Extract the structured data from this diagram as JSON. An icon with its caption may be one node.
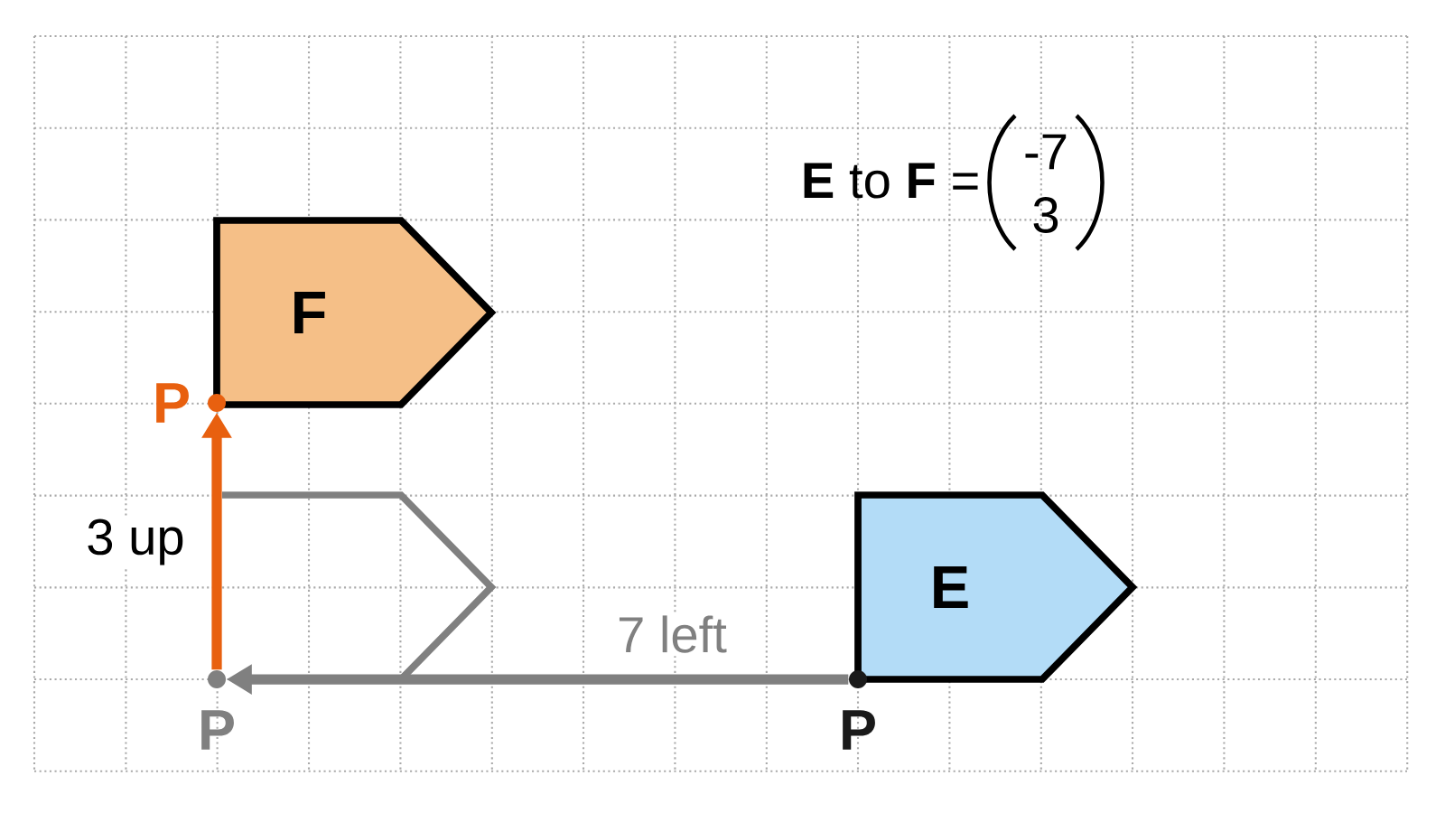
{
  "diagram": {
    "nodes": [
      {
        "text": [
          "F"
        ]
      },
      {
        "text": [],
        "shape": "box"
      },
      {
        "text": [
          "E"
        ]
      },
      {
        "text": [],
        "shape": "circle",
        "beside": [
          "P"
        ]
      },
      {
        "text": [],
        "shape": "circle",
        "beside": [
          "P"
        ]
      },
      {
        "text": [],
        "shape": "circle",
        "beside": [
          "P"
        ]
      }
    ],
    "edges": [
      {
        "from": 3,
        "to": 4,
        "arrow": "to",
        "label": "7 left",
        "color": "#808080"
      },
      {
        "from": 4,
        "to": 5,
        "arrow": "to",
        "label": "3 up",
        "color": "#e8600f"
      }
    ],
    "labels": [
      "**E** to **F** =",
      "-7",
      "3"
    ]
  }
}
